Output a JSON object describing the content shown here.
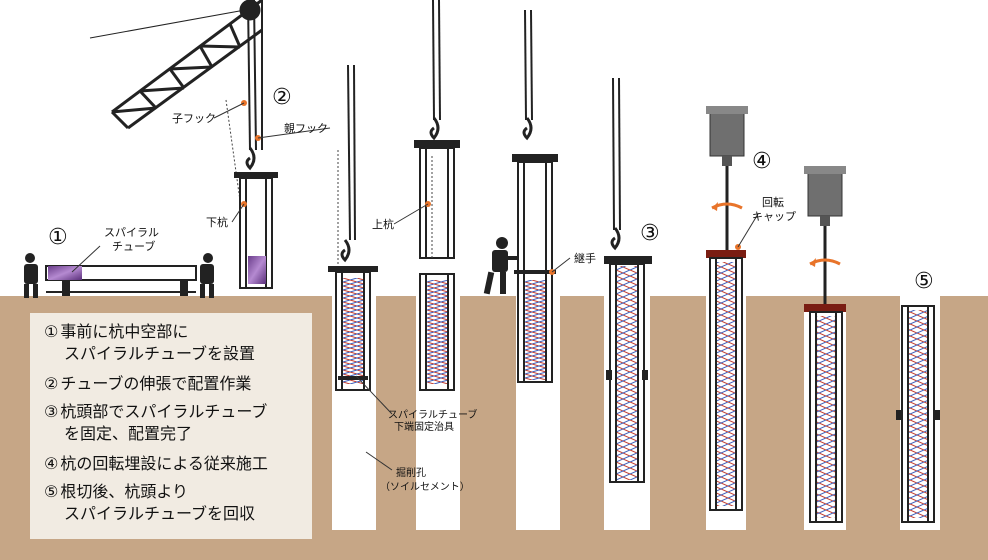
{
  "steps": {
    "s1": "①",
    "s2": "②",
    "s3": "③",
    "s4": "④",
    "s5": "⑤"
  },
  "labels": {
    "spiral_tube_l1": "スパイラル",
    "spiral_tube_l2": "チューブ",
    "child_hook": "子フック",
    "parent_hook": "親フック",
    "lower_pile": "下杭",
    "upper_pile": "上杭",
    "joint": "継手",
    "rotation_cap_l1": "回転",
    "rotation_cap_l2": "キャップ",
    "jig_l1": "スパイラルチューブ",
    "jig_l2": "下端固定治具",
    "hole_l1": "掘削孔",
    "hole_l2": "（ソイルセメント）"
  },
  "legend": [
    {
      "num": "①",
      "line1": "事前に杭中空部に",
      "line2": "スパイラルチューブを設置"
    },
    {
      "num": "②",
      "line1": "チューブの伸張で配置作業",
      "line2": ""
    },
    {
      "num": "③",
      "line1": "杭頭部でスパイラルチューブ",
      "line2": "を固定、配置完了"
    },
    {
      "num": "④",
      "line1": "杭の回転埋設による従来施工",
      "line2": ""
    },
    {
      "num": "⑤",
      "line1": "根切後、杭頭より",
      "line2": "スパイラルチューブを回収"
    }
  ],
  "colors": {
    "ground": "#c6a686",
    "legend_bg": "#f1ebe2",
    "steel": "#2a2a2a",
    "tube_red": "#c0392b",
    "tube_blue": "#3b5bb8",
    "arrow_orange": "#e8742a",
    "cap_red": "#7a1d12",
    "motor_grey": "#6f6f6f"
  }
}
